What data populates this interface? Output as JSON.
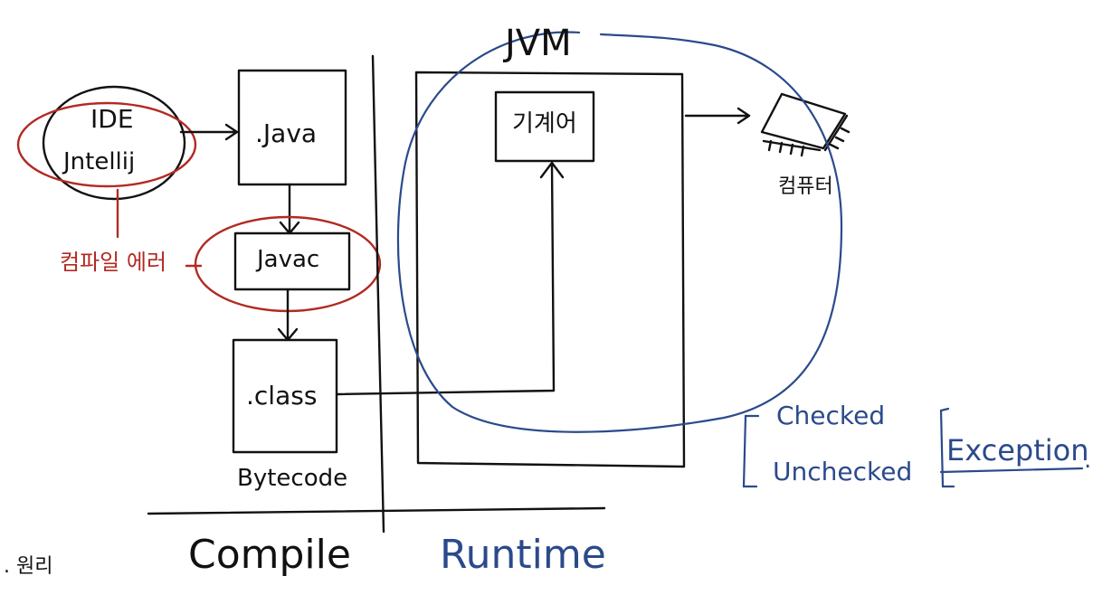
{
  "colors": {
    "ink": "#111111",
    "red": "#b22a22",
    "blue": "#2b4a8c"
  },
  "ide": {
    "line1": "IDE",
    "line2": "Jntellij"
  },
  "java_box": ".Java",
  "javac_box": "Javac",
  "class_box": ".class",
  "bytecode_label": "Bytecode",
  "jvm_label": "JVM",
  "machine_box": "기계어",
  "computer_label": "컴퓨터",
  "compile_error_label": "컴파일 에러",
  "compile_label": "Compile",
  "runtime_label": "Runtime",
  "principle_label": ". 원리",
  "exception": {
    "checked": "Checked",
    "unchecked": "Unchecked",
    "title": "Exception",
    "trailing_dot": "."
  },
  "icons": [
    "computer-icon"
  ]
}
